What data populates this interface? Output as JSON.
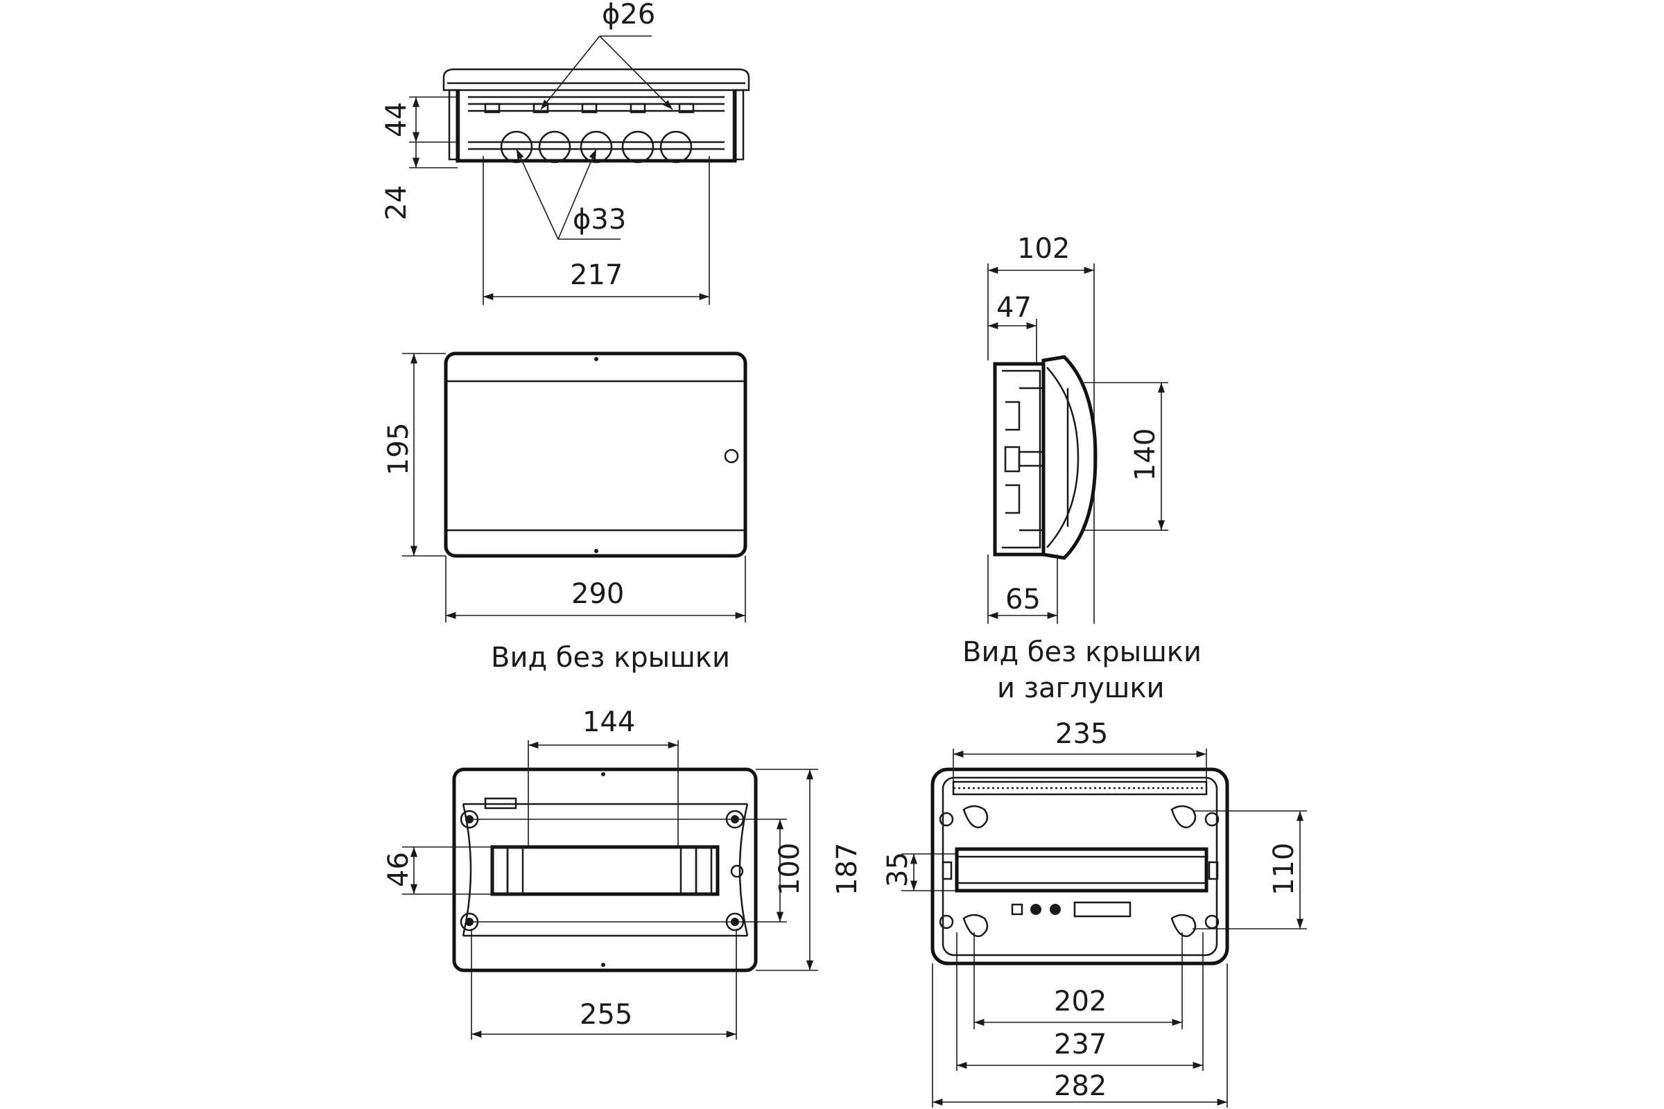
{
  "labels": {
    "d26": "ϕ26",
    "d33": "ϕ33",
    "top_44": "44",
    "top_24": "24",
    "top_217": "217",
    "front_195": "195",
    "front_290": "290",
    "side_102": "102",
    "side_47": "47",
    "side_140": "140",
    "side_65": "65",
    "bl_144": "144",
    "bl_46": "46",
    "bl_100": "100",
    "bl_187": "187",
    "bl_255": "255",
    "br_235": "235",
    "br_35": "35",
    "br_110": "110",
    "br_202": "202",
    "br_237": "237",
    "br_282": "282"
  },
  "captions": {
    "view_no_cover": "Вид без крышки",
    "view_no_cover_plug_1": "Вид без крышки",
    "view_no_cover_plug_2": "и заглушки"
  }
}
